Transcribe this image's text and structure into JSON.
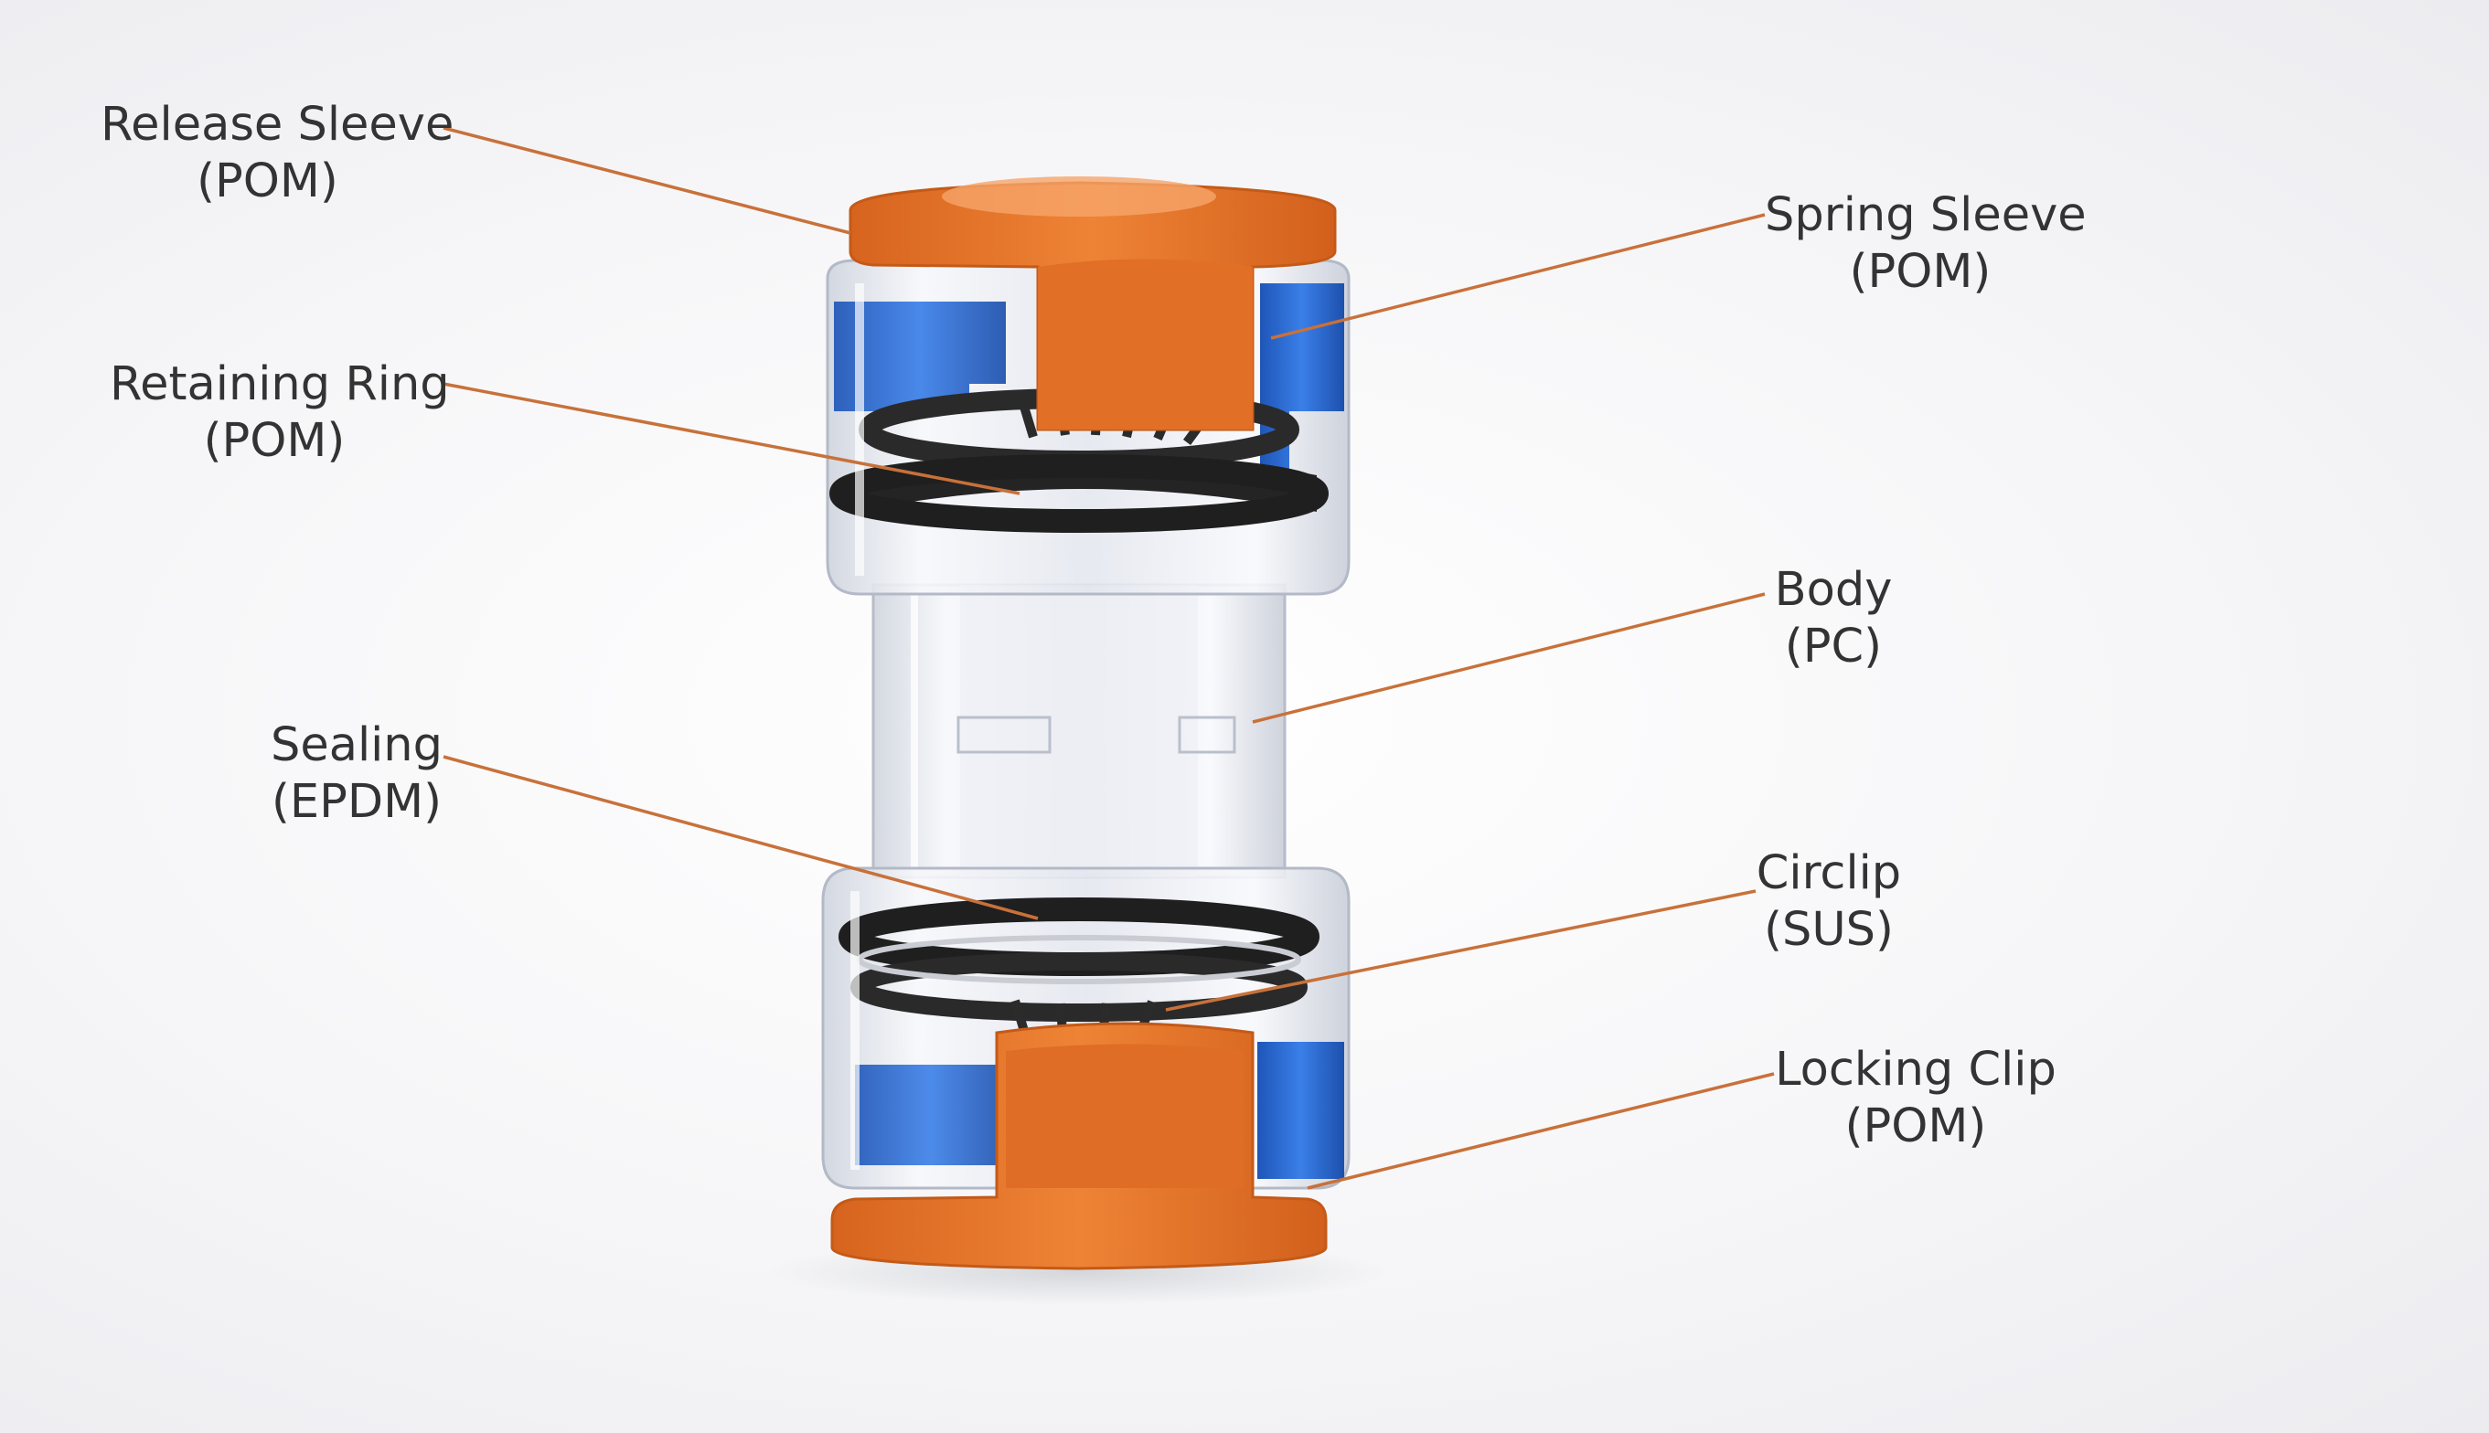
{
  "colors": {
    "background": "#f4f4f6",
    "leader_line": "#c8713a",
    "label_text": "#333333",
    "orange_part": "#e8792e",
    "blue_part": "#2f6fd6",
    "clear_body": "#dde1ea",
    "black_seal": "#222222"
  },
  "callouts": [
    {
      "id": "release-sleeve",
      "name": "Release Sleeve",
      "material": "(POM)"
    },
    {
      "id": "retaining-ring",
      "name": "Retaining Ring",
      "material": "(POM)"
    },
    {
      "id": "sealing",
      "name": "Sealing",
      "material": "(EPDM)"
    },
    {
      "id": "spring-sleeve",
      "name": "Spring Sleeve",
      "material": "(POM)"
    },
    {
      "id": "body",
      "name": "Body",
      "material": "(PC)"
    },
    {
      "id": "circlip",
      "name": "Circlip",
      "material": "(SUS)"
    },
    {
      "id": "locking-clip",
      "name": "Locking Clip",
      "material": "(POM)"
    }
  ]
}
